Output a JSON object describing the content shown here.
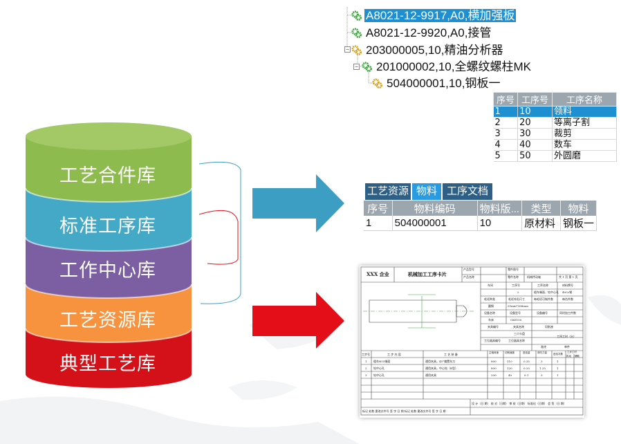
{
  "tree": {
    "nodes": [
      {
        "label": "A8021-12-9917,A0,横加强板",
        "icon": "green-gear-icon",
        "selected": true
      },
      {
        "label": "A8021-12-9920,A0,接管",
        "icon": "green-gear-icon",
        "selected": false
      },
      {
        "label": "203000005,10,精油分析器",
        "icon": "yellow-gear-icon",
        "selected": false
      },
      {
        "label": "201000002,10,全螺纹螺柱MK",
        "icon": "green-gear-icon",
        "selected": false
      },
      {
        "label": "504000001,10,钢板一",
        "icon": "yellow-gear-icon",
        "selected": false
      }
    ]
  },
  "process_table": {
    "headers": [
      "序号",
      "工序号",
      "工序名称"
    ],
    "rows": [
      [
        "1",
        "10",
        "领料"
      ],
      [
        "2",
        "20",
        "等离子割"
      ],
      [
        "3",
        "30",
        "裁剪"
      ],
      [
        "4",
        "40",
        "数车"
      ],
      [
        "5",
        "50",
        "外圆磨"
      ]
    ]
  },
  "database": {
    "layers": [
      {
        "label": "工艺合件库",
        "color": "#8dbb4e"
      },
      {
        "label": "标准工序库",
        "color": "#44a9c6"
      },
      {
        "label": "工作中心库",
        "color": "#7c5fa2"
      },
      {
        "label": "工艺资源库",
        "color": "#f7923e"
      },
      {
        "label": "典型工艺库",
        "color": "#e2151c"
      }
    ]
  },
  "resource_panel": {
    "tabs": [
      "工艺资源",
      "物料",
      "工序文档"
    ],
    "active_tab": "物料",
    "headers": [
      "序号",
      "物料编码",
      "物料版...",
      "类型",
      "物料"
    ],
    "rows": [
      [
        "1",
        "504000001",
        "10",
        "原材料",
        "钢板一"
      ]
    ]
  },
  "process_card": {
    "company": "XXX 企业",
    "title": "机械加工工序卡片",
    "product_model_label": "产品型号",
    "product_name_label": "产品名称",
    "part_no_label": "零件图号",
    "part_name_label": "零件名称",
    "part_name_value": "机械传动轴",
    "page_info": "共 1 页 第 1 页",
    "workshop": "车间",
    "op_no": "工序号",
    "op_name": "工序名称",
    "material": "材料牌号",
    "op_no_value": "2",
    "op_name_value": "粗车端面、钻中心孔",
    "material_value": "40Cr钢",
    "blank_type": "毛坯种类",
    "blank_size": "毛坯外形尺寸",
    "blank_count": "每毛坯可制件数",
    "count_label": "每台件数",
    "blank_type_value": "圆钢",
    "blank_size_value": "55mm*388mm",
    "device_name": "设备名称",
    "device_model": "设备型号",
    "device_no": "设备编号",
    "parallel": "同时加工件数",
    "device_name_value": "车床",
    "device_model_value": "CK6150",
    "fixture_no": "夹具编号",
    "fixture_name": "夹具名称",
    "coolant": "切削液",
    "tool_no": "工位器具编号",
    "tool_name": "工位器具名称",
    "tool_value": "三爪卡盘",
    "time": "工序工时（分）",
    "time_sub": [
      "准终",
      "单件"
    ],
    "cols": [
      "工步号",
      "工 步 内 容",
      "工 艺 装 备",
      "主轴转速",
      "切削速度",
      "进给量",
      "背吃刀量",
      "进给次数",
      "工步工时"
    ],
    "col_sub": [
      "机动",
      "辅助"
    ],
    "steps": [
      [
        "1",
        "粗车Φ55端面",
        "通用夹具，45°偏置车刀",
        "800",
        "110",
        "0.35",
        "3",
        "1"
      ],
      [
        "2",
        "钻中心孔",
        "通用夹具，中心钻（B型）",
        "800",
        "120",
        "0.25",
        "1.25",
        "1"
      ],
      [
        "3",
        "钻中心孔",
        "通用夹具",
        "200",
        "40",
        "0.1",
        "3",
        "1"
      ]
    ],
    "sign_row": "设 计（日 期）   校 对（日期）   审 核（日期）   标准化（日期）   会 签（日 期）",
    "mark_row": "标记  处数  更改文件号  签 字  日 期  标记  处数  更改文件号  签 字  日 期"
  },
  "colors": {
    "arrow_blue": "#3c9ec2",
    "arrow_red": "#e30e17",
    "selection_blue": "#1e8fd1",
    "header_gray": "#9ba6ae",
    "tab_dark": "#2e5f86",
    "tab_active": "#2a9be0"
  }
}
